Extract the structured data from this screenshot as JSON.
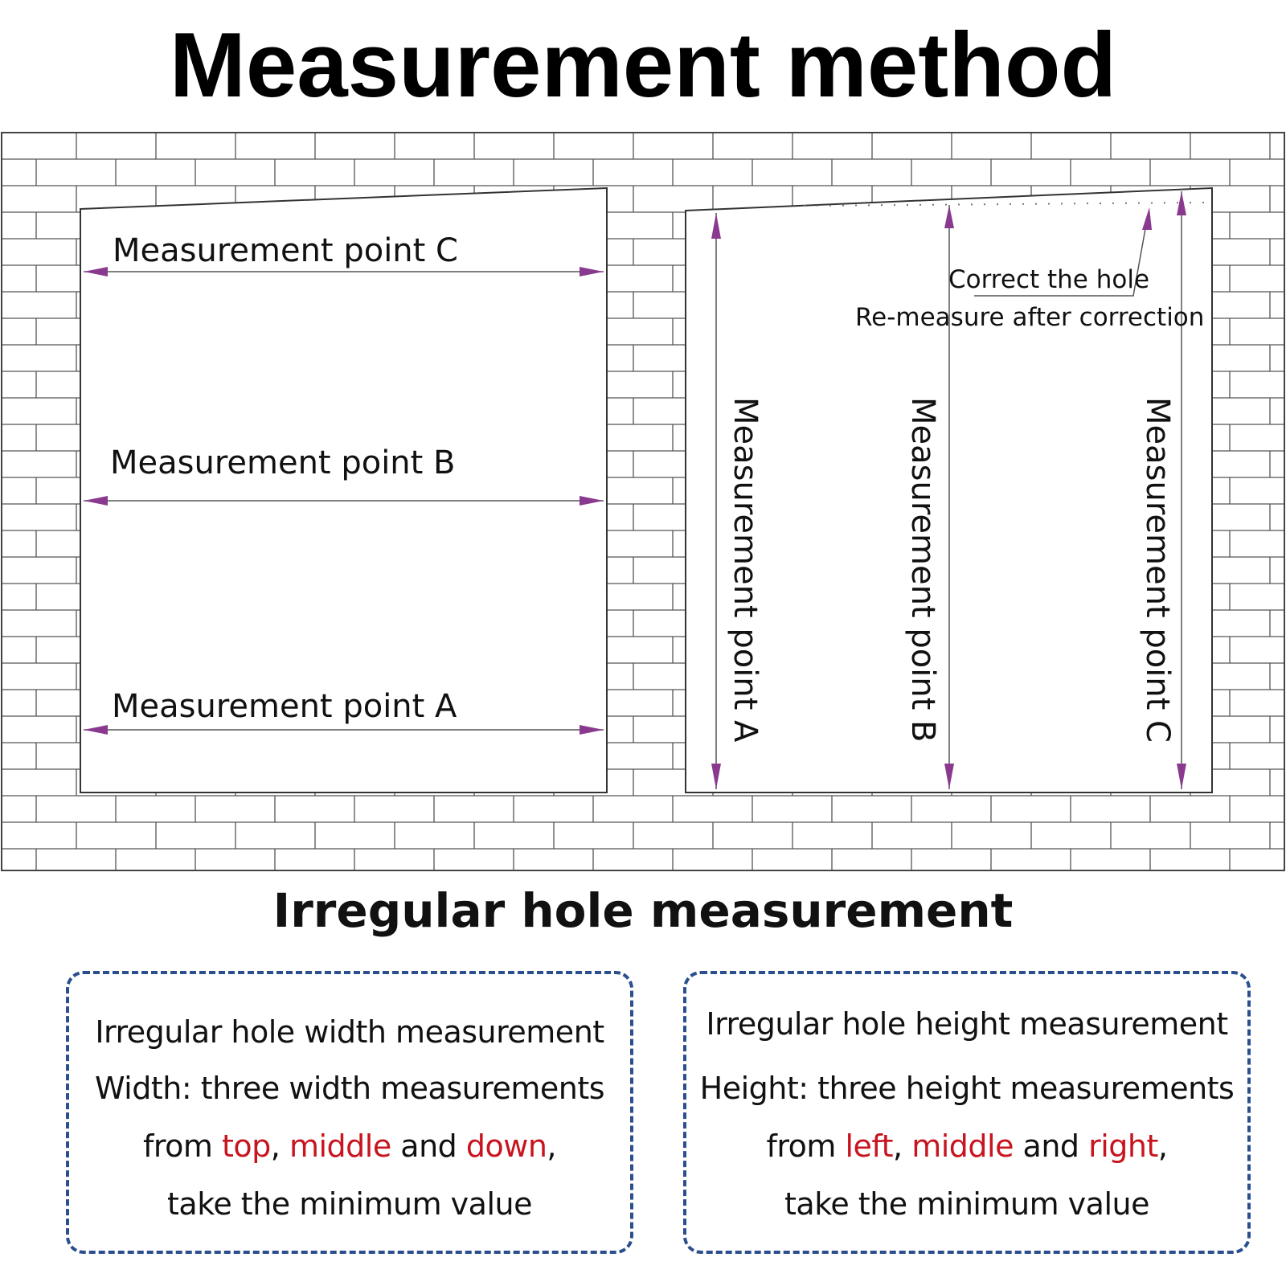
{
  "title": "Measurement method",
  "subtitle": "Irregular hole measurement",
  "left_panel": {
    "labels": [
      "Measurement point C",
      "Measurement point B",
      "Measurement point A"
    ]
  },
  "right_panel": {
    "labels": [
      "Measurement point A",
      "Measurement point B",
      "Measurement point C"
    ],
    "note_line1": "Correct the hole",
    "note_line2": "Re-measure after correction"
  },
  "notes": {
    "width": {
      "heading": "Irregular hole width measurement",
      "line1": "Width: three width measurements",
      "from": "from ",
      "w1": "top",
      "sep1": ", ",
      "w2": "middle",
      "and": " and ",
      "w3": "down",
      "end": ",",
      "line4": "take the minimum value"
    },
    "height": {
      "heading": "Irregular hole height measurement",
      "line1": "Height: three height measurements",
      "from": "from ",
      "w1": "left",
      "sep1": ", ",
      "w2": "middle",
      "and": " and ",
      "w3": "right",
      "end": ",",
      "line4": "take the minimum value"
    }
  },
  "colors": {
    "arrow": "#8a3a8e",
    "highlight": "#c8141e",
    "dash_border": "#2b4e8e",
    "brick_line": "#555555"
  }
}
